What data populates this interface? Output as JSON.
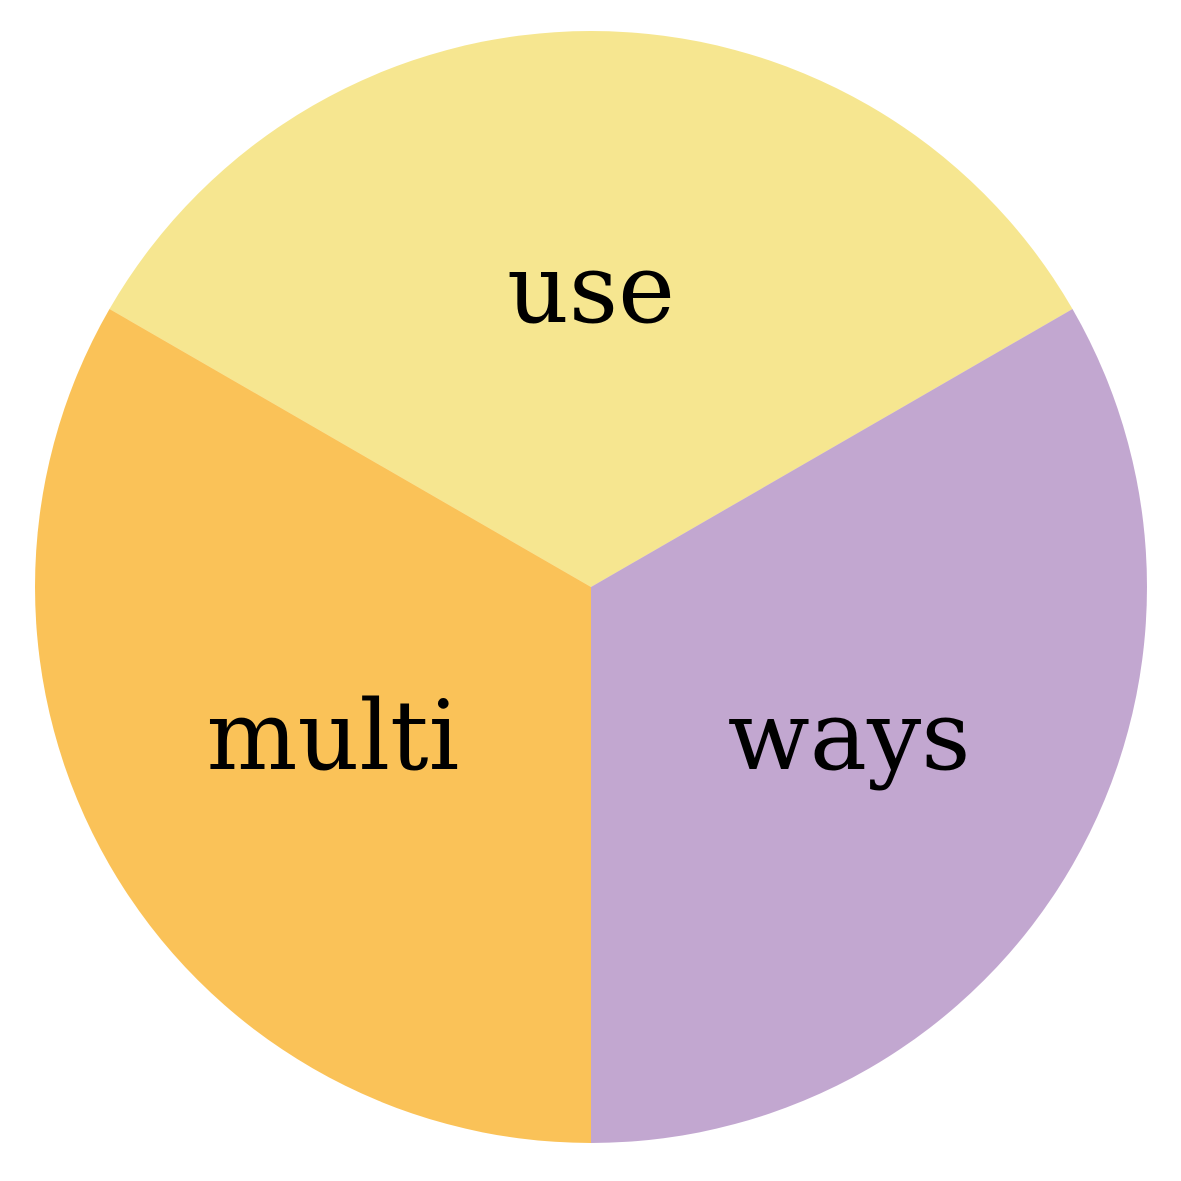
{
  "chart_data": {
    "type": "pie",
    "categories": [
      "use",
      "ways",
      "multi"
    ],
    "values": [
      1,
      1,
      1
    ],
    "colors": [
      "#f6e690",
      "#c2a7d0",
      "#fac258"
    ],
    "start_angle_deg": 300,
    "direction": "clockwise",
    "legend": "none"
  }
}
